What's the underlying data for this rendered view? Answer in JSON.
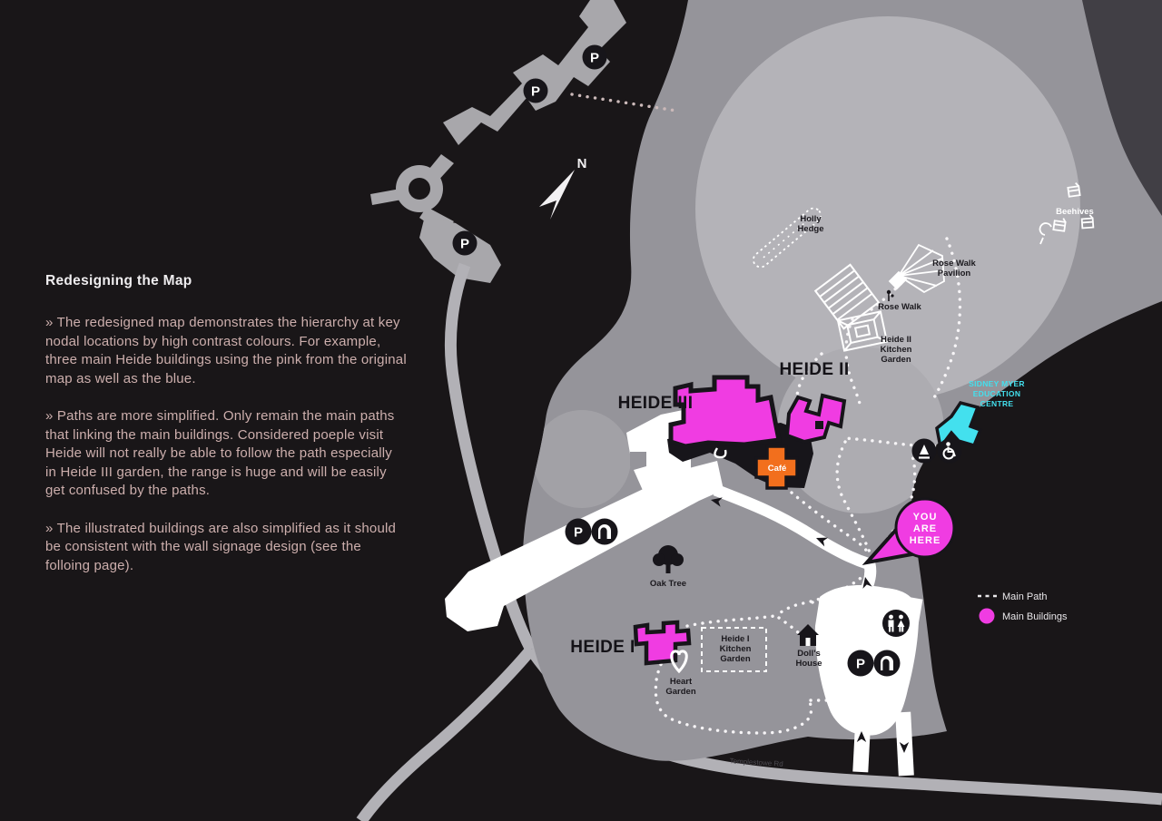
{
  "panel": {
    "title": "Redesigning the Map",
    "paragraphs": [
      "» The redesigned map demonstrates the hierarchy at key nodal locations by high contrast colours. For example, three main Heide buildings using the pink from the original map as well as the blue.",
      "» Paths are more simplified. Only remain the main paths that linking the main buildings. Considered poeple visit Heide will not really be able to follow the path especially in Heide III garden, the range is huge and will be easily get confused by the paths.",
      "» The illustrated buildings are also simplified as it should be consistent with the wall signage design (see the folloing page)."
    ]
  },
  "map": {
    "north": "N",
    "icons": {
      "parking": "P"
    },
    "buildings": {
      "heide1": "HEIDE I",
      "heide2": "HEIDE II",
      "heide3": "HEIDE III",
      "cafe": "Café",
      "sidney_myer": [
        "SIDNEY MYER",
        "EDUCATION",
        "CENTRE"
      ]
    },
    "features": {
      "holly_hedge": [
        "Holly",
        "Hedge"
      ],
      "rose_walk_pavilion": [
        "Rose Walk",
        "Pavilion"
      ],
      "rose_walk": "Rose Walk",
      "heide2_kitchen_garden": [
        "Heide II",
        "Kitchen",
        "Garden"
      ],
      "beehives": "Beehives",
      "oak_tree": "Oak Tree",
      "heart_garden": [
        "Heart",
        "Garden"
      ],
      "heide1_kitchen_garden": [
        "Heide I",
        "Kitchen",
        "Garden"
      ],
      "dolls_house": [
        "Doll's",
        "House"
      ],
      "road": "Templestowe Rd"
    },
    "marker": {
      "you_are_here": [
        "YOU",
        "ARE",
        "HERE"
      ]
    }
  },
  "legend": {
    "main_path": "Main Path",
    "main_buildings": "Main Buildings"
  },
  "colors": {
    "background": "#191618",
    "map_gray": "#95949a",
    "light_gray": "#b4b3b8",
    "pink": "#f03ce2",
    "orange": "#f26f1d",
    "cyan": "#43e0ee",
    "path_white": "#ffffff",
    "body_text": "#cdafad"
  }
}
